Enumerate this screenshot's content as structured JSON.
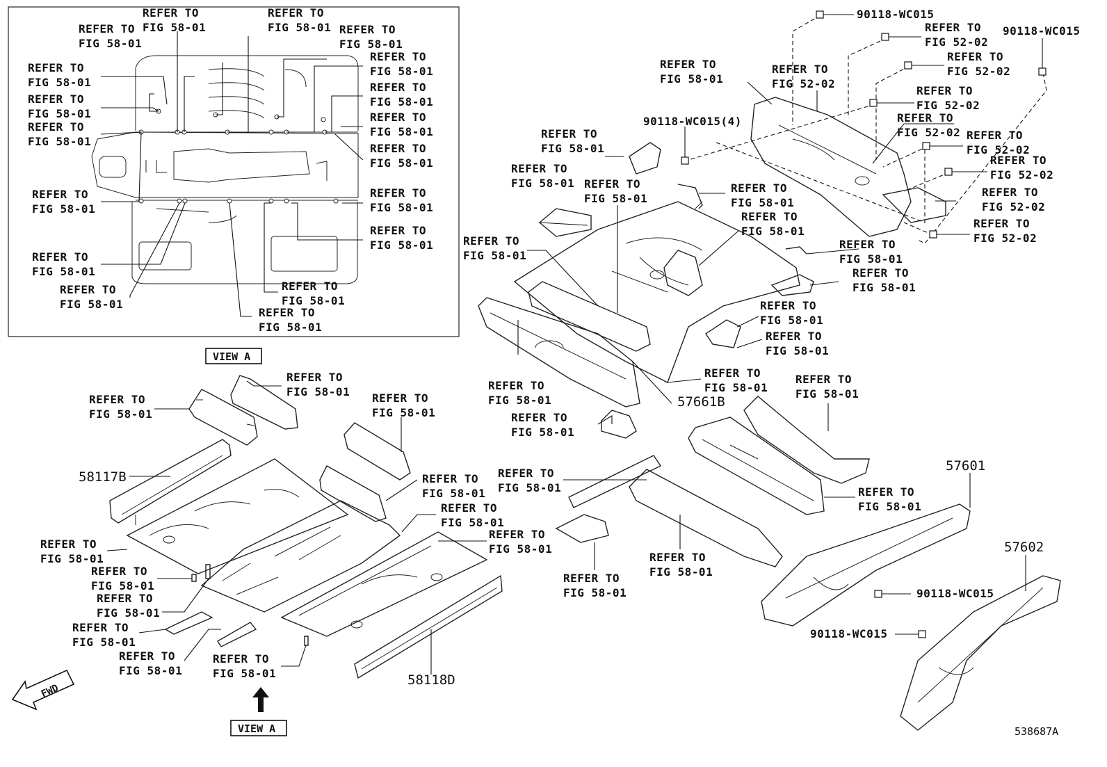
{
  "ref_fig_58": [
    "REFER TO",
    "FIG 58-01"
  ],
  "ref_fig_52": [
    "REFER TO",
    "FIG 52-02"
  ],
  "view_a_label": "VIEW A",
  "fwd_label": "FWD",
  "diagram_code": "538687A",
  "bolt_part": "90118-WC015",
  "bolt_part_qty": "90118-WC015(4)",
  "part_numbers": {
    "p58117B": "58117B",
    "p58118D": "58118D",
    "p57661B": "57661B",
    "p57601": "57601",
    "p57602": "57602"
  }
}
